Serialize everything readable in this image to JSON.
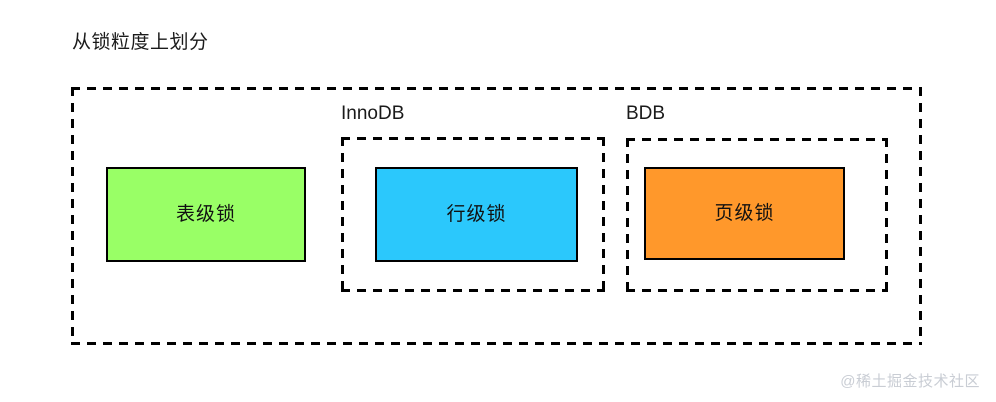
{
  "diagram": {
    "title": "从锁粒度上划分",
    "type": "nested-grouping",
    "background_color": "#ffffff",
    "outer_group": {
      "name": "lock-granularity-group",
      "border_style": "dashed",
      "border_color": "#000000"
    },
    "engine_groups": [
      {
        "id": "innodb",
        "label": "InnoDB",
        "border_style": "dashed",
        "border_color": "#000000"
      },
      {
        "id": "bdb",
        "label": "BDB",
        "border_style": "dashed",
        "border_color": "#000000"
      }
    ],
    "lock_boxes": [
      {
        "id": "table-lock",
        "label": "表级锁",
        "fill_color": "#99FF66",
        "border_color": "#000000",
        "group": "outer"
      },
      {
        "id": "row-lock",
        "label": "行级锁",
        "fill_color": "#2BC8FC",
        "border_color": "#000000",
        "group": "innodb"
      },
      {
        "id": "page-lock",
        "label": "页级锁",
        "fill_color": "#FF982B",
        "border_color": "#000000",
        "group": "bdb"
      }
    ],
    "watermark": "@稀土掘金技术社区"
  }
}
